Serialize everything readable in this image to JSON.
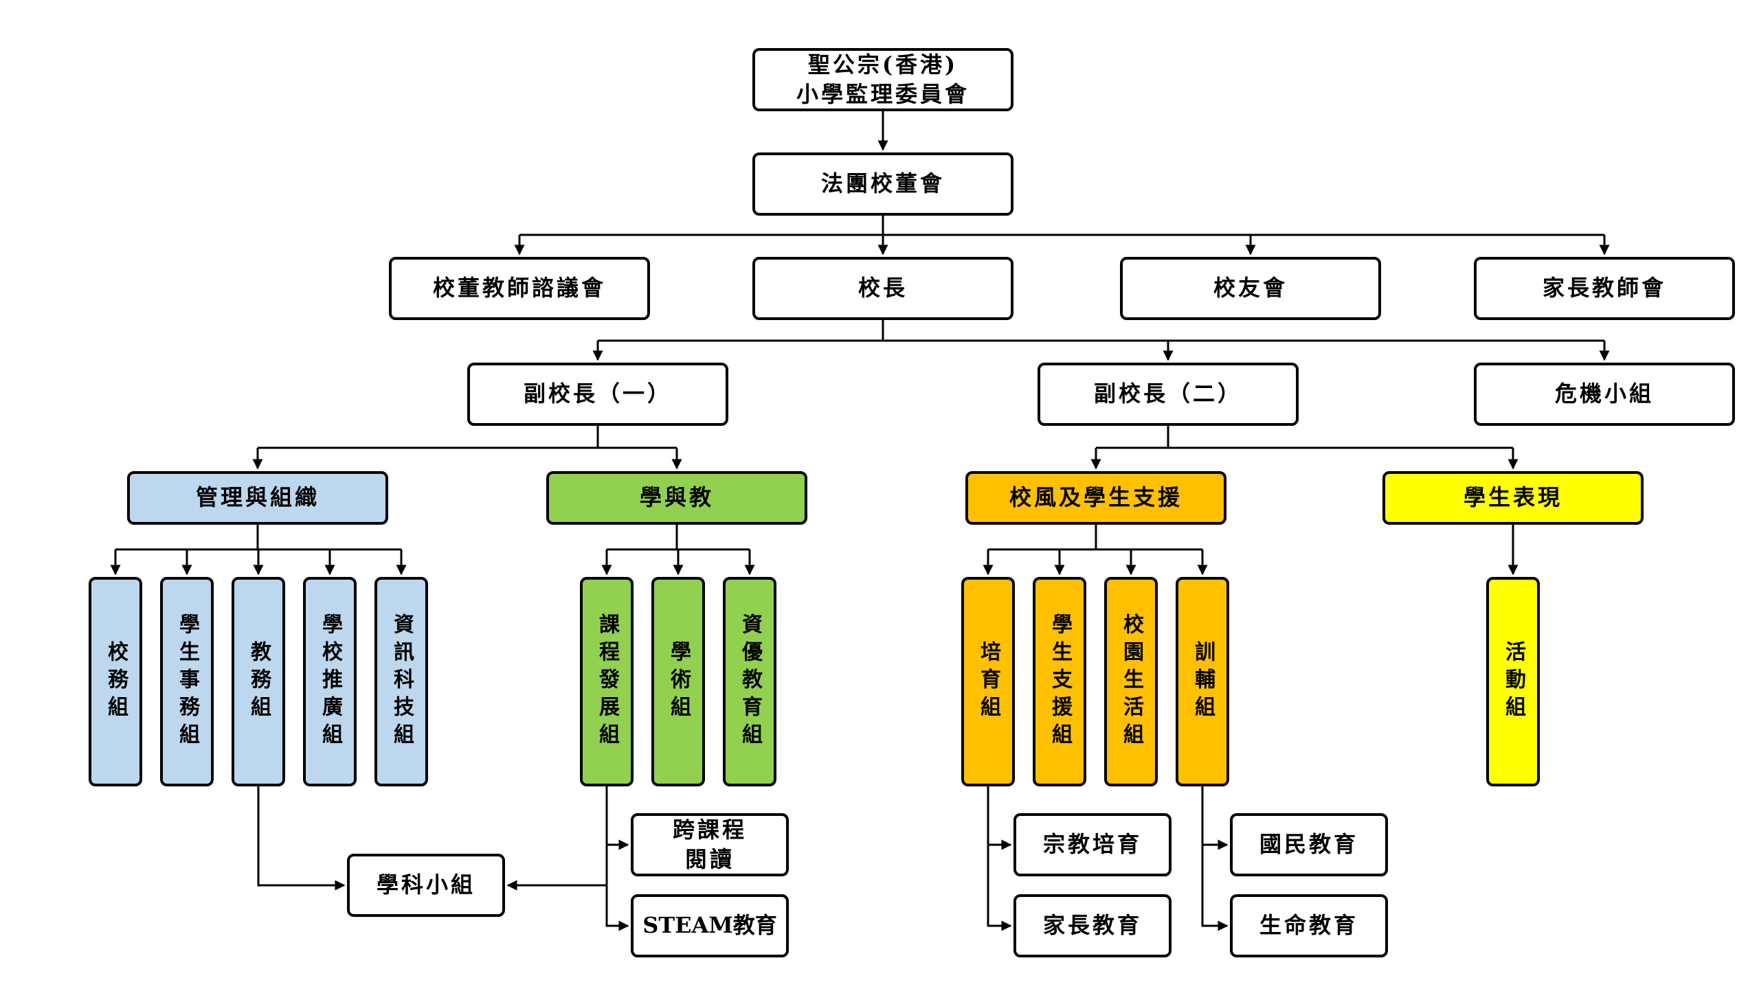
{
  "top": {
    "committee": "聖公宗(香港)\n小學監理委員會",
    "board": "法團校董會",
    "teacher_council": "校董教師諮議會",
    "principal": "校長",
    "alumni": "校友會",
    "pta": "家長教師會"
  },
  "vice": {
    "vp1": "副校長（一）",
    "vp2": "副校長（二）",
    "crisis": "危機小組"
  },
  "departments": {
    "admin": "管理與組織",
    "learning": "學與教",
    "ethos": "校風及學生支援",
    "performance": "學生表現"
  },
  "teams": {
    "school_affairs": "校務組",
    "student_affairs": "學生事務組",
    "academic_affairs": "教務組",
    "promotion": "學校推廣組",
    "it": "資訊科技組",
    "curriculum": "課程發展組",
    "arts": "學術組",
    "gifted": "資優教育組",
    "moral": "培育組",
    "student_support": "學生支援組",
    "campus_life": "校園生活組",
    "guidance": "訓輔組",
    "activities": "活動組"
  },
  "sub": {
    "subject_panel": "學科小組",
    "cross_reading": "跨課程\n閱讀",
    "steam": "STEAM教育",
    "religious": "宗教培育",
    "parent_ed": "家長教育",
    "national_ed": "國民教育",
    "life_ed": "生命教育"
  },
  "colors": {
    "blue": "#bdd7ee",
    "green": "#92d050",
    "orange": "#ffc000",
    "yellow": "#ffff00"
  }
}
